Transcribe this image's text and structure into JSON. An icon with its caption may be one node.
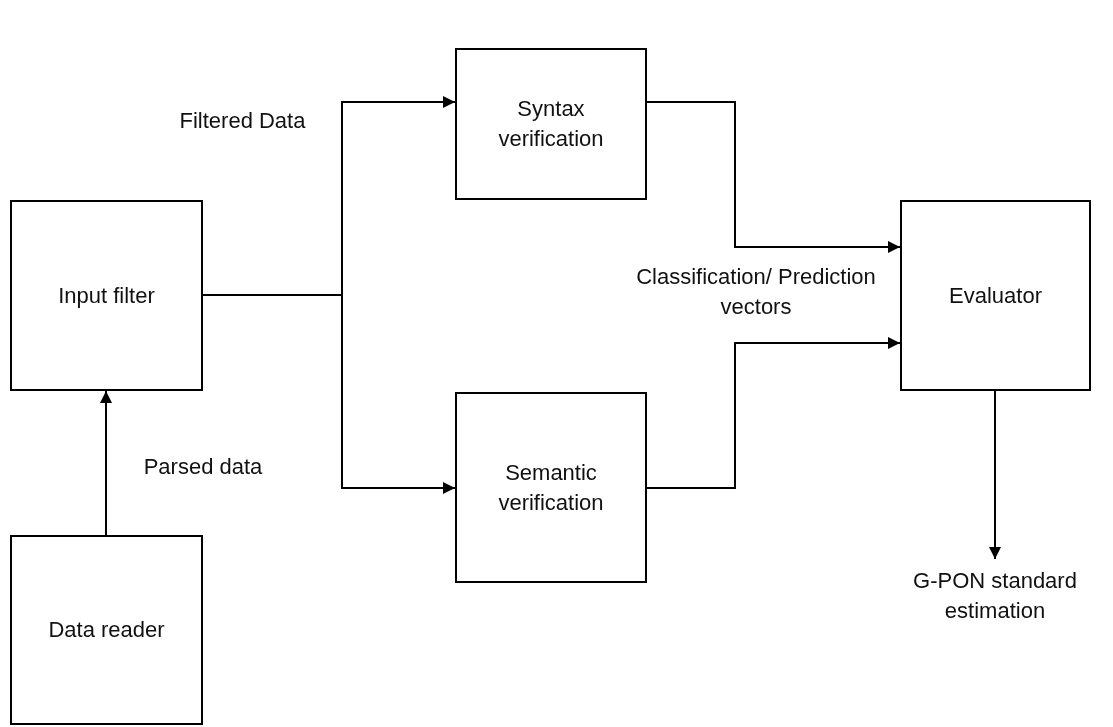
{
  "diagram": {
    "nodes": [
      {
        "text": [
          "Input filter"
        ]
      },
      {
        "text": [
          "Data reader"
        ]
      },
      {
        "text": [
          "Syntax verification"
        ]
      },
      {
        "text": [
          "Semantic verification"
        ]
      },
      {
        "text": [
          "Evaluator"
        ]
      },
      {
        "text": [
          "G-PON standard estimation"
        ]
      }
    ],
    "edges": [
      {
        "from": 1,
        "to": 0,
        "arrow": "to",
        "label": "Parsed data"
      },
      {
        "from": 0,
        "to": 2,
        "arrow": "to",
        "label": "Filtered Data"
      },
      {
        "from": 0,
        "to": 3,
        "arrow": "to"
      },
      {
        "from": 2,
        "to": 4,
        "arrow": "to",
        "label": "Classification/ Prediction vectors"
      },
      {
        "from": 3,
        "to": 4,
        "arrow": "to"
      },
      {
        "from": 4,
        "to": 5,
        "arrow": "to"
      }
    ]
  }
}
